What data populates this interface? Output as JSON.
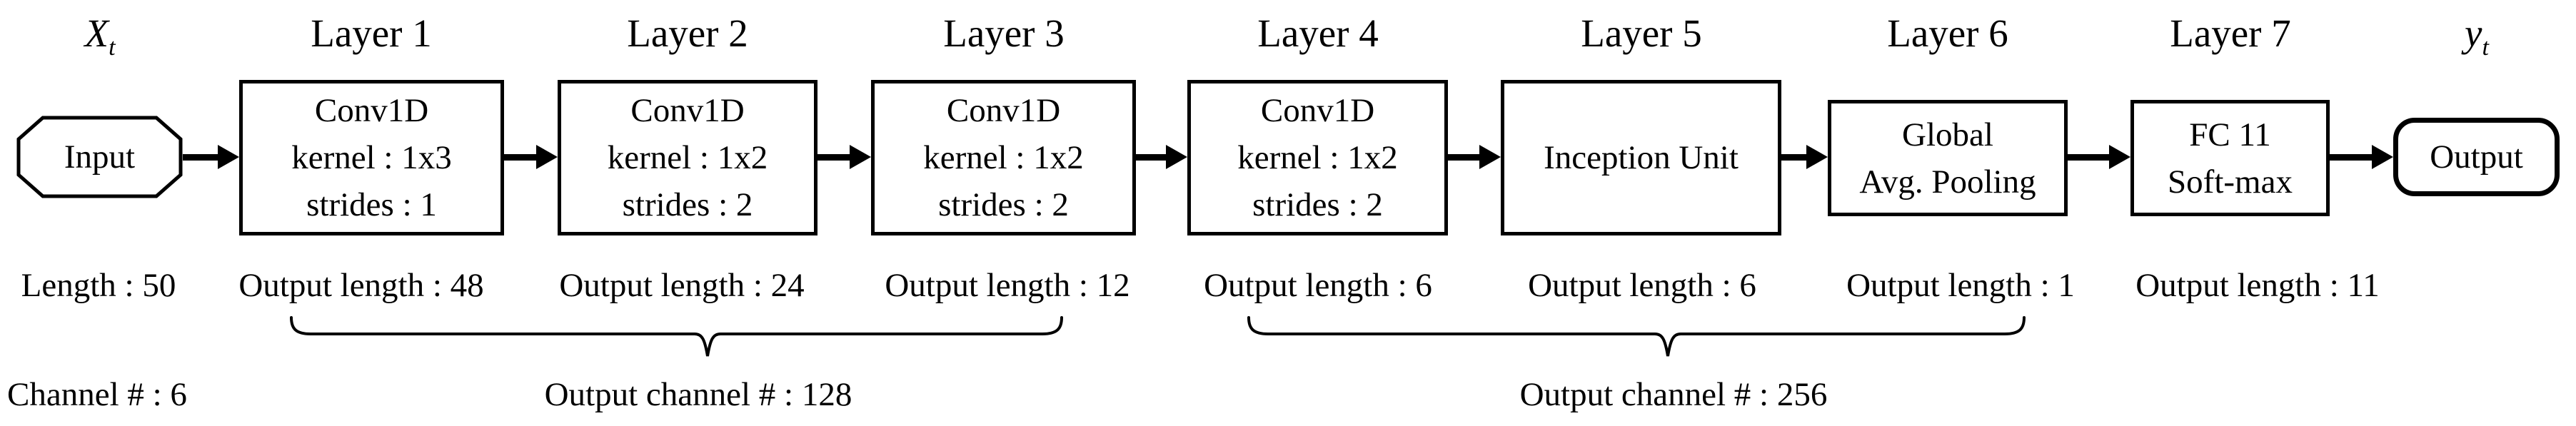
{
  "figure": {
    "input": {
      "var_main": "X",
      "var_sub": "t",
      "node_label": "Input",
      "length_label": "Length : 50",
      "channel_label": "Channel # : 6"
    },
    "layers": [
      {
        "header": "Layer 1",
        "lines": [
          "Conv1D",
          "kernel : 1x3",
          "strides : 1"
        ],
        "output_length_label": "Output length : 48"
      },
      {
        "header": "Layer 2",
        "lines": [
          "Conv1D",
          "kernel : 1x2",
          "strides : 2"
        ],
        "output_length_label": "Output length : 24"
      },
      {
        "header": "Layer 3",
        "lines": [
          "Conv1D",
          "kernel : 1x2",
          "strides : 2"
        ],
        "output_length_label": "Output length : 12"
      },
      {
        "header": "Layer 4",
        "lines": [
          "Conv1D",
          "kernel : 1x2",
          "strides : 2"
        ],
        "output_length_label": "Output length : 6"
      },
      {
        "header": "Layer 5",
        "lines": [
          "Inception Unit"
        ],
        "output_length_label": "Output length : 6"
      },
      {
        "header": "Layer 6",
        "lines": [
          "Global",
          "Avg. Pooling"
        ],
        "output_length_label": "Output length : 1"
      },
      {
        "header": "Layer 7",
        "lines": [
          "FC 11",
          "Soft-max"
        ],
        "output_length_label": "Output length : 11"
      }
    ],
    "output": {
      "var_main": "y",
      "var_sub": "t",
      "node_label": "Output"
    },
    "channel_groups": [
      {
        "label": "Output channel # : 128"
      },
      {
        "label": "Output channel # : 256"
      }
    ],
    "colors": {
      "ink": "#000000",
      "background": "#ffffff"
    }
  }
}
